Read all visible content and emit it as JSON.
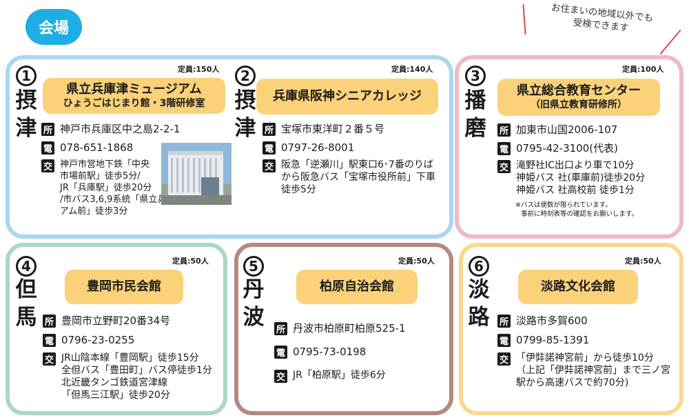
{
  "venue_label": "会場",
  "note": [
    "お住まいの地域以外でも",
    "受検できます"
  ],
  "cards": [
    {
      "num": "1",
      "region": [
        "摂",
        "津"
      ],
      "capacity": "定員:150人",
      "name": "県立兵庫津ミュージアム",
      "sub": "ひょうごはじまり館・3階研修室",
      "address": "神戸市兵庫区中之島2-2-1",
      "tel": "078-651-1868",
      "access": [
        "神戸市営地下鉄「中央",
        "市場前駅」徒歩5分/",
        "JR「兵庫駅」徒歩20分",
        "/市バス3,6,9系統「県立兵庫津ミュージ",
        "アム前」徒歩3分"
      ]
    },
    {
      "num": "2",
      "region": [
        "摂",
        "津"
      ],
      "capacity": "定員:140人",
      "name": "兵庫県阪神シニアカレッジ",
      "address": "宝塚市東洋町２番５号",
      "tel": "0797-26-8001",
      "access": [
        "阪急「逆瀬川」駅東口6･7番のりば",
        "から阪急バス「宝塚市役所前」下車",
        "徒歩5分"
      ]
    },
    {
      "num": "3",
      "region": [
        "播",
        "磨"
      ],
      "capacity": "定員:100人",
      "name": "県立総合教育センター",
      "sub": "（旧県立教育研修所）",
      "address": "加東市山国2006-107",
      "tel": "0795-42-3100(代表)",
      "access": [
        "滝野社IC出口より車で10分",
        "神姫バス 社(車庫前)徒歩20分",
        "神姫バス 社高校前 徒歩1分"
      ],
      "footnote": [
        "※バスは便数が限られています。",
        "事前に時刻表等の確認をお願いします。"
      ]
    },
    {
      "num": "4",
      "region": [
        "但",
        "馬"
      ],
      "capacity": "定員:50人",
      "name": "豊岡市民会館",
      "address": "豊岡市立野町20番34号",
      "tel": "0796-23-0255",
      "access": [
        "JR山陰本線「豊岡駅」徒歩15分",
        "全但バス「豊田町」バス停徒歩1分",
        "北近畿タンゴ鉄道宮津線",
        "「但馬三江駅」徒歩20分"
      ]
    },
    {
      "num": "5",
      "region": [
        "丹",
        "波"
      ],
      "capacity": "定員:50人",
      "name": "柏原自治会館",
      "address": "丹波市柏原町柏原525-1",
      "tel": "0795-73-0198",
      "access": [
        "JR「柏原駅」徒歩6分"
      ]
    },
    {
      "num": "6",
      "region": [
        "淡",
        "路"
      ],
      "capacity": "定員:50人",
      "name": "淡路文化会館",
      "address": "淡路市多賀600",
      "tel": "0799-85-1391",
      "access": [
        "「伊弉諾神宮前」から徒歩10分",
        "（上記「伊弉諾神宮前」まで三ノ宮",
        "駅から高速バスで約70分)"
      ]
    }
  ],
  "icons": {
    "address": "所",
    "tel": "電",
    "access": "交"
  },
  "colors": {
    "blue": "#a8d8ee",
    "pink": "#f1b8c6",
    "green": "#a9d9c3",
    "brown": "#b48a80",
    "yellow": "#f8d98c",
    "pill": "#1eaee3",
    "name_bg": "#fbd27a"
  }
}
